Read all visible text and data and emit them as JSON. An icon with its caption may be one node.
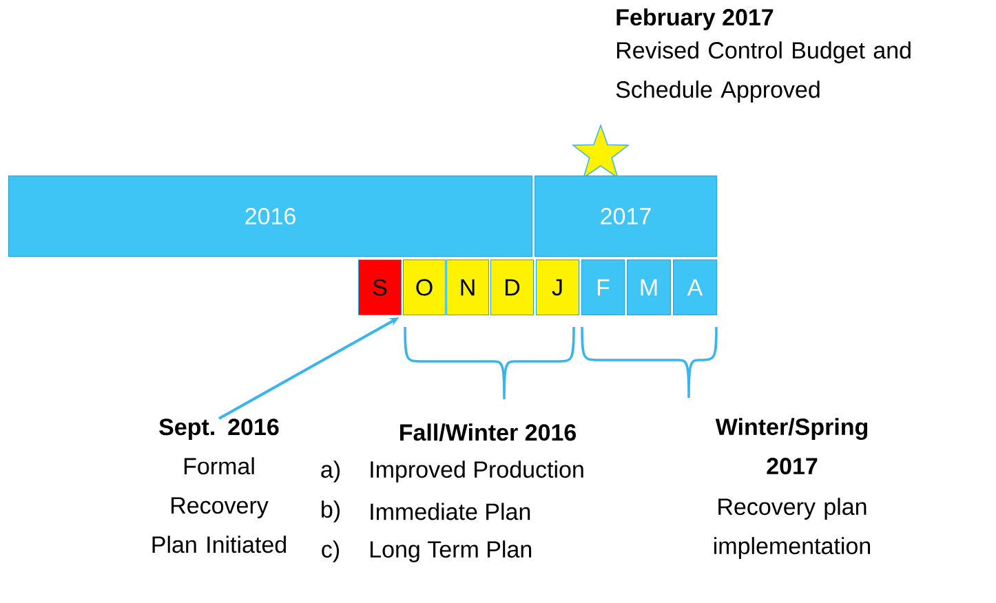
{
  "diagram": {
    "nodes": [
      {
        "text": [
          "2016"
        ]
      },
      {
        "text": [
          "2017"
        ]
      },
      {
        "text": [
          "S"
        ]
      },
      {
        "text": [
          "O"
        ]
      },
      {
        "text": [
          "N"
        ]
      },
      {
        "text": [
          "D"
        ]
      },
      {
        "text": [
          "J"
        ]
      },
      {
        "text": [
          "F"
        ]
      },
      {
        "text": [
          "M"
        ]
      },
      {
        "text": [
          "A"
        ]
      },
      {
        "text": [
          "Sept. 2016",
          "Formal Recovery Plan Initiated"
        ]
      }
    ],
    "edges": [
      {
        "from": 10,
        "to": 2,
        "arrow": "to"
      }
    ],
    "labels": [
      "February 2017",
      "Revised Control Budget and Schedule Approved",
      "Fall/Winter 2016",
      "a)",
      "Improved Production",
      "b)",
      "Immediate Plan",
      "c)",
      "Long Term Plan",
      "Winter/Spring 2017",
      "Recovery plan implementation"
    ]
  }
}
